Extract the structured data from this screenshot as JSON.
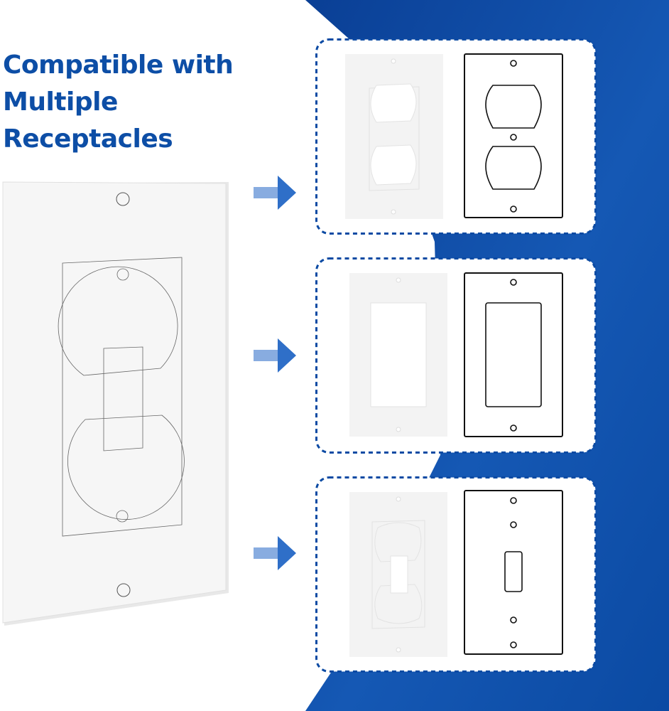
{
  "headline": {
    "lines": [
      "Compatible with",
      "Multiple",
      "Receptacles"
    ]
  },
  "colors": {
    "title": "#0d4ea6",
    "brand_blue": "#0a49a0",
    "arrow": "#2f6fc8",
    "outline": "#111111",
    "plate": "#f3f3f3"
  },
  "panels": [
    {
      "type": "duplex"
    },
    {
      "type": "decora"
    },
    {
      "type": "toggle"
    }
  ]
}
